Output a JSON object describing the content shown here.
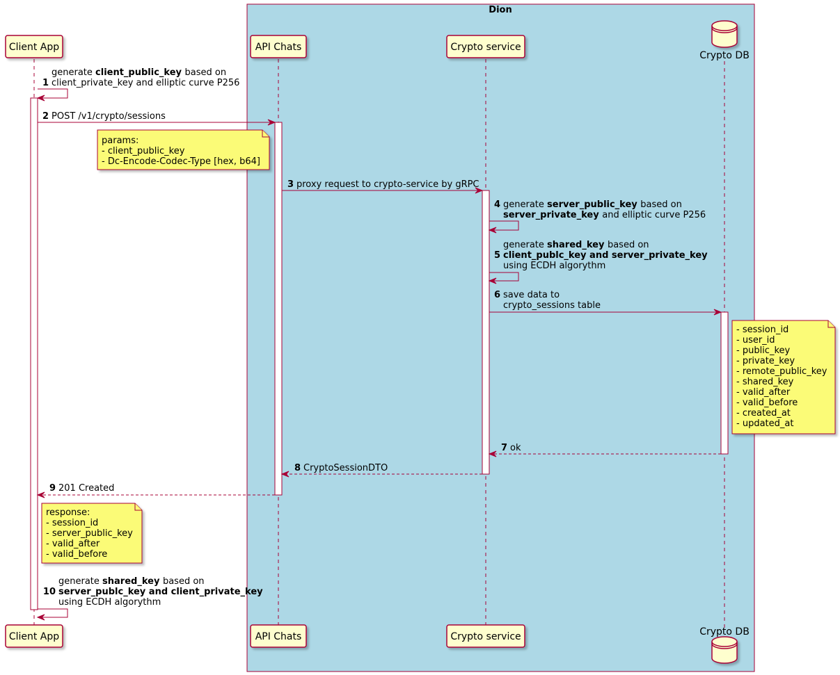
{
  "group": {
    "title": "Dion",
    "fill": "#ADD8E6",
    "stroke": "#A80036"
  },
  "colors": {
    "participant_fill": "#FEFECE",
    "participant_stroke": "#A80036",
    "arrow": "#A80036",
    "note_fill": "#FBFB77",
    "note_stroke": "#A80036",
    "lifeline": "#A80036"
  },
  "participants": [
    {
      "id": "client",
      "label": "Client App",
      "kind": "box"
    },
    {
      "id": "api",
      "label": "API Chats",
      "kind": "box"
    },
    {
      "id": "crypto",
      "label": "Crypto service",
      "kind": "box"
    },
    {
      "id": "db",
      "label": "Crypto DB",
      "kind": "database-icon"
    }
  ],
  "messages": [
    {
      "num": "1",
      "from": "client",
      "to": "client",
      "style": "solid",
      "lines": [
        [
          {
            "t": "generate "
          },
          {
            "t": " client_public_key ",
            "b": true
          },
          {
            "t": " based on"
          }
        ],
        [
          {
            "t": " client_private_key and elliptic curve P256"
          }
        ]
      ]
    },
    {
      "num": "2",
      "from": "client",
      "to": "api",
      "style": "solid",
      "lines": [
        [
          {
            "t": "POST /v1/crypto/sessions"
          }
        ]
      ]
    },
    {
      "num": "3",
      "from": "api",
      "to": "crypto",
      "style": "solid",
      "lines": [
        [
          {
            "t": "proxy request to crypto-service by gRPC"
          }
        ]
      ]
    },
    {
      "num": "4",
      "from": "crypto",
      "to": "crypto",
      "style": "solid",
      "lines": [
        [
          {
            "t": "generate "
          },
          {
            "t": " server_public_key ",
            "b": true
          },
          {
            "t": " based on"
          }
        ],
        [
          {
            "t": "  "
          },
          {
            "t": "server_private_key ",
            "b": true
          },
          {
            "t": " and elliptic curve P256"
          }
        ]
      ]
    },
    {
      "num": "5",
      "from": "crypto",
      "to": "crypto",
      "style": "solid",
      "lines": [
        [
          {
            "t": "generate "
          },
          {
            "t": " shared_key ",
            "b": true
          },
          {
            "t": " based on"
          }
        ],
        [
          {
            "t": " "
          },
          {
            "t": "client_publc_key and server_private_key",
            "b": true
          }
        ],
        [
          {
            "t": "  using ECDH algorythm"
          }
        ]
      ]
    },
    {
      "num": "6",
      "from": "crypto",
      "to": "db",
      "style": "solid",
      "lines": [
        [
          {
            "t": "save data to"
          }
        ],
        [
          {
            "t": " crypto_sessions table"
          }
        ]
      ]
    },
    {
      "num": "7",
      "from": "db",
      "to": "crypto",
      "style": "dashed",
      "lines": [
        [
          {
            "t": "ok"
          }
        ]
      ]
    },
    {
      "num": "8",
      "from": "crypto",
      "to": "api",
      "style": "dashed",
      "lines": [
        [
          {
            "t": "CryptoSessionDTO"
          }
        ]
      ]
    },
    {
      "num": "9",
      "from": "api",
      "to": "client",
      "style": "dashed",
      "lines": [
        [
          {
            "t": "201 Created"
          }
        ]
      ]
    },
    {
      "num": "10",
      "from": "client",
      "to": "client",
      "style": "solid",
      "lines": [
        [
          {
            "t": "generate "
          },
          {
            "t": " shared_key ",
            "b": true
          },
          {
            "t": " based on"
          }
        ],
        [
          {
            "t": " "
          },
          {
            "t": "server_publc_key and client_private_key",
            "b": true
          }
        ],
        [
          {
            "t": "  using ECDH algorythm"
          }
        ]
      ]
    }
  ],
  "notes": [
    {
      "id": "params-note",
      "lines": [
        "params:",
        "- client_public_key",
        "- Dc-Encode-Codec-Type [hex, b64]"
      ]
    },
    {
      "id": "table-fields-note",
      "lines": [
        "- session_id",
        "- user_id",
        "- public_key",
        "- private_key",
        "- remote_public_key",
        "- shared_key",
        "- valid_after",
        "- valid_before",
        "- created_at",
        "- updated_at"
      ]
    },
    {
      "id": "response-note",
      "lines": [
        "response:",
        "- session_id",
        "- server_public_key",
        "- valid_after",
        "- valid_before"
      ]
    }
  ]
}
